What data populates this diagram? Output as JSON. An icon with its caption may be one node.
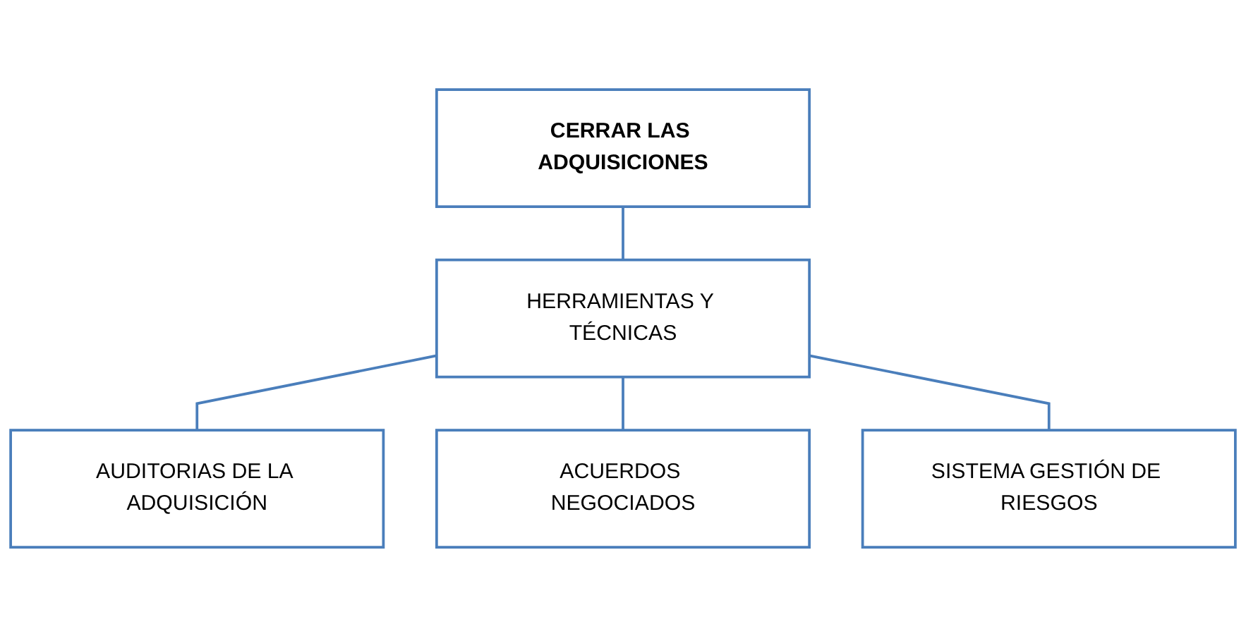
{
  "diagram": {
    "nodes": [
      {
        "text": [
          "CERRAR LAS ADQUISICIONES"
        ]
      },
      {
        "text": [
          "HERRAMIENTAS Y TÉCNICAS"
        ]
      },
      {
        "text": [
          "AUDITORIAS DE LA ADQUISICIÓN"
        ]
      },
      {
        "text": [
          "ACUERDOS NEGOCIADOS"
        ]
      },
      {
        "text": [
          "SISTEMA GESTIÓN DE RIESGOS"
        ]
      }
    ],
    "edges": [
      {
        "from": 0,
        "to": 1,
        "arrow": "none"
      },
      {
        "from": 1,
        "to": 2,
        "arrow": "none"
      },
      {
        "from": 1,
        "to": 3,
        "arrow": "none"
      },
      {
        "from": 1,
        "to": 4,
        "arrow": "none"
      }
    ]
  }
}
